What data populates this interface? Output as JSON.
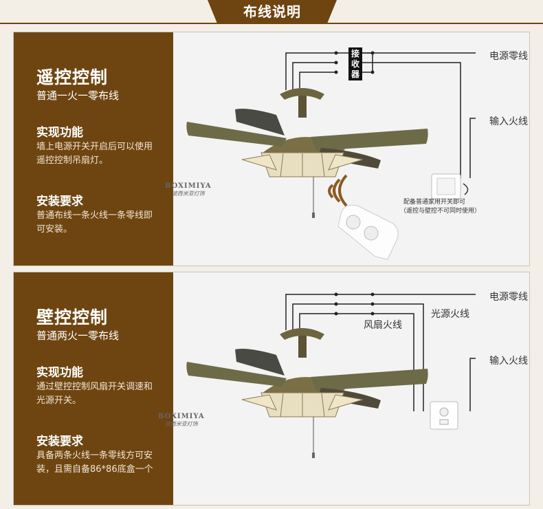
{
  "title": "布线说明",
  "sections": [
    {
      "title": "遥控控制",
      "subtitle": "普通一火一零布线",
      "function_heading": "实现功能",
      "function_text": "墙上电源开关开启后可以使用遥控控制吊扇灯。",
      "requirement_heading": "安装要求",
      "requirement_text": "普通布线一条火线一条零线即可安装。",
      "receiver_label": "接收器",
      "labels": {
        "neutral": "电源零线",
        "live_in": "输入火线",
        "switch_note_1": "配备普通家用开关即可",
        "switch_note_2": "（遥控与壁控不可同时使用）"
      },
      "watermark_en": "BOXIMIYA",
      "watermark_cn": "波西米亚灯饰"
    },
    {
      "title": "壁控控制",
      "subtitle": "普通两火一零布线",
      "function_heading": "实现功能",
      "function_text": "通过壁控控制风扇开关调速和光源开关。",
      "requirement_heading": "安装要求",
      "requirement_text": "具备两条火线一条零线方可安装，且需自备86*86底盒一个",
      "labels": {
        "neutral": "电源零线",
        "light_live": "光源火线",
        "fan_live": "风扇火线",
        "live_in": "输入火线"
      },
      "watermark_en": "BOXIMIYA",
      "watermark_cn": "波西米亚灯饰"
    }
  ],
  "icons": [
    "ceiling-fan-icon",
    "remote-control-icon",
    "wall-switch-icon",
    "signal-waves-icon"
  ],
  "colors": {
    "brand_brown": "#6e4510",
    "panel_bg": "#f3f3f3",
    "page_bg": "#f3efe7"
  }
}
